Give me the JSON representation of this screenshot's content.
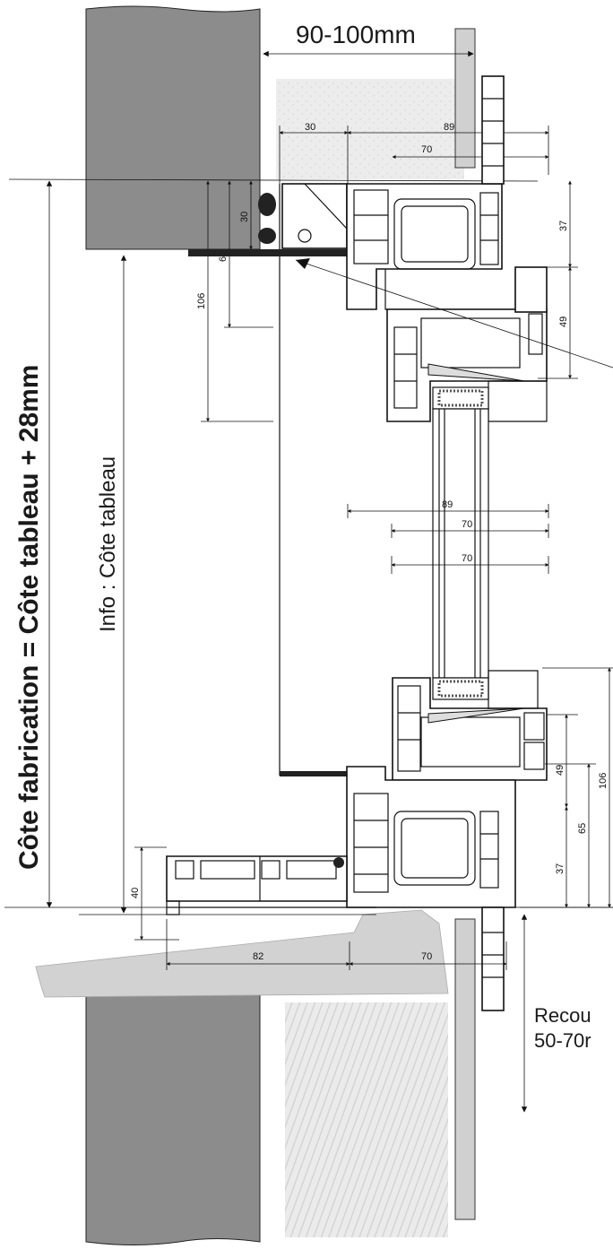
{
  "top_dimension": "90-100mm",
  "fabrication_label": "Côte fabrication = Côte tableau + 28mm",
  "info_label": "Info : Côte tableau",
  "overlap_label_line1": "Recou",
  "overlap_label_line2": "50-70r",
  "dimensions": {
    "d30_top": "30",
    "d89_top": "89",
    "d70_top": "70",
    "d30_side": "30",
    "d6_side": "6",
    "d106_side": "106",
    "d37_top_right": "37",
    "d49_top_right": "49",
    "d89_mid": "89",
    "d70_mid_a": "70",
    "d70_mid_b": "70",
    "d49_bot_right": "49",
    "d106_bot_right": "106",
    "d65_bot_right": "65",
    "d37_bot_right": "37",
    "d40_sill": "40",
    "d82_sill": "82",
    "d70_sill": "70"
  },
  "colors": {
    "wall": "#8c8c8c",
    "insulation": "#e6e6e6",
    "sill": "#d2d2d2",
    "line": "#111111"
  }
}
